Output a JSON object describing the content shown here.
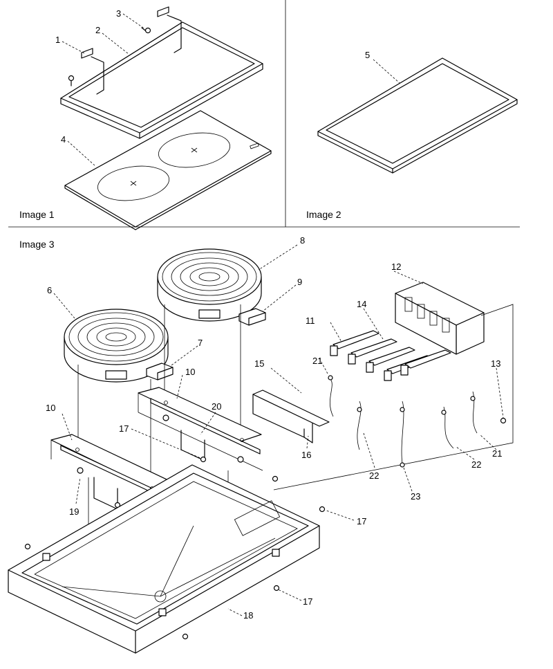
{
  "panels": [
    {
      "id": "panel-1",
      "label": "Image 1"
    },
    {
      "id": "panel-2",
      "label": "Image 2"
    },
    {
      "id": "panel-3",
      "label": "Image 3"
    }
  ],
  "callouts": {
    "c1": "1",
    "c2": "2",
    "c3": "3",
    "c4": "4",
    "c5": "5",
    "c6": "6",
    "c7": "7",
    "c8": "8",
    "c9": "9",
    "c10a": "10",
    "c10b": "10",
    "c11": "11",
    "c12": "12",
    "c13": "13",
    "c14": "14",
    "c15": "15",
    "c16": "16",
    "c17a": "17",
    "c17b": "17",
    "c17c": "17",
    "c18": "18",
    "c19": "19",
    "c20": "20",
    "c21a": "21",
    "c21b": "21",
    "c22a": "22",
    "c22b": "22",
    "c23": "23"
  }
}
